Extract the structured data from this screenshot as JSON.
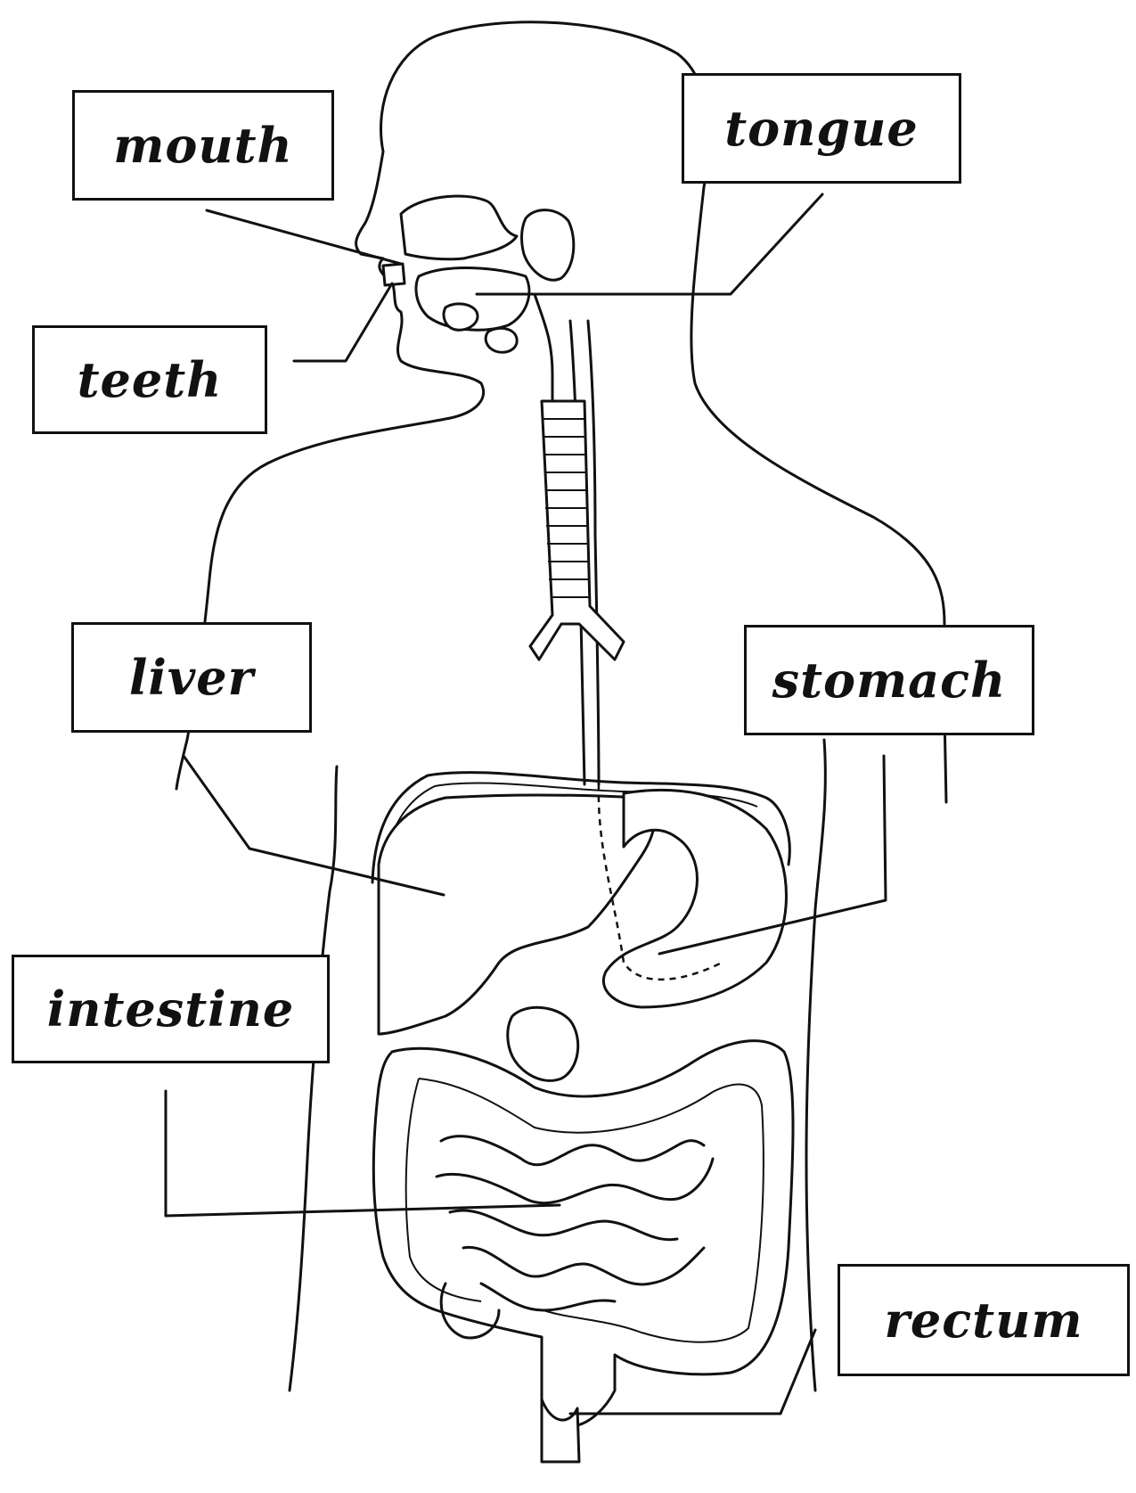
{
  "labels": {
    "mouth": "mouth",
    "tongue": "tongue",
    "teeth": "teeth",
    "liver": "liver",
    "stomach": "stomach",
    "intestine": "intestine",
    "rectum": "rectum"
  },
  "colors": {
    "ink": "#111111",
    "background": "#ffffff"
  }
}
